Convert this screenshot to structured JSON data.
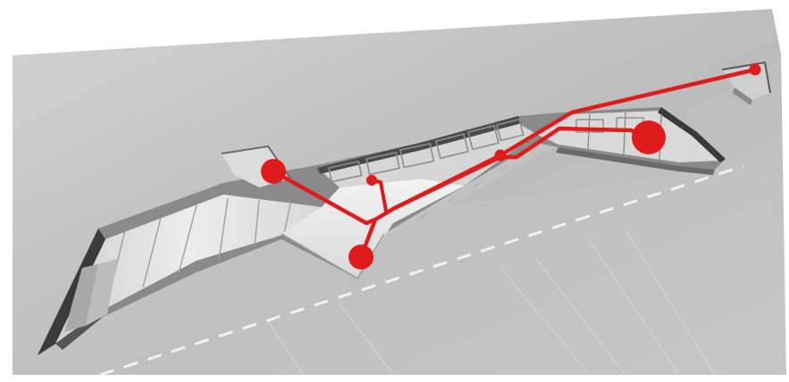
{
  "colors": {
    "background": "#ffffff",
    "ground": "#bdbdbd",
    "ground_light": "#d4d4d4",
    "void_floor": "#e6e6e6",
    "wall_dark": "#3a3a3a",
    "wall_mid": "#7a7a7a",
    "dashed_line": "#f2f2f2",
    "network": "#e01b1b"
  },
  "network": {
    "description_nodes": [
      "large-node",
      "medium-node",
      "small-node",
      "junction"
    ],
    "node_count": 6
  }
}
